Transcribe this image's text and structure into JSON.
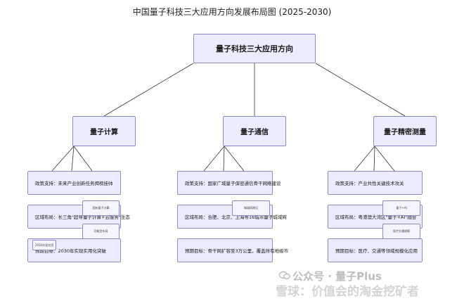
{
  "title": "中国量子科技三大应用方向发展布局图 (2025-2030)",
  "root": "量子科技三大应用方向",
  "branches": [
    {
      "name": "量子计算",
      "policy": "政策支持：未来产业创新任务揭榜挂帅",
      "region": "区域布局：长三角\"超导量子计算+云服务\"生态",
      "target": "预期目标：2030年实现实用化突破",
      "notes": [
        "国有量子计算",
        "功能型布局",
        "2030实现实用"
      ]
    },
    {
      "name": "量子通信",
      "policy": "政策支持：国家广域量子保密通信骨干网络建设",
      "region": "区域布局：合肥、北京、上海等16城市量子城域网",
      "target": "预期目标：骨干网扩容至3万公里，覆盖所有地级市",
      "notes": [
        "城域网建设"
      ]
    },
    {
      "name": "量子精密测量",
      "policy": "政策支持：产业共性关键技术攻关",
      "region": "区域布局：粤港澳大湾区\"量子+AI\"融合",
      "target": "预期目标：医疗、交通等领域规模化应用",
      "notes": [
        "量子+AI",
        "医疗交通规模"
      ]
    }
  ],
  "watermark": {
    "line1": "公众号 · 量子Plus",
    "line2": "雪球：价值会的淘金挖矿者"
  }
}
